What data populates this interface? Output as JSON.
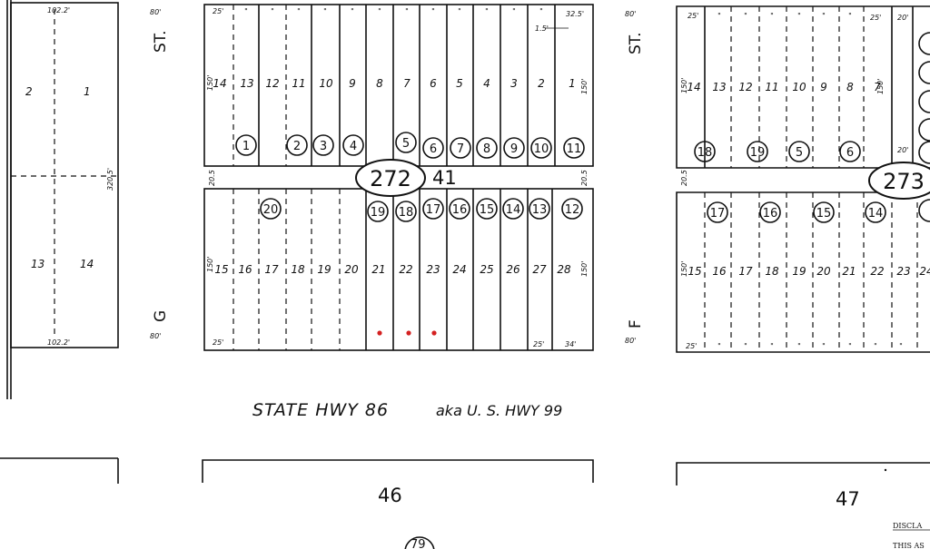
{
  "map": {
    "highway_label": "STATE  HWY  86",
    "highway_aka": "aka  U. S.  HWY  99",
    "streets": {
      "g_letter": "G",
      "g_st": "ST.",
      "g_width": "80'",
      "f_letter": "F",
      "f_st": "ST.",
      "f_width": "80'"
    },
    "blocks": {
      "left_block": {
        "lots": [
          "2",
          "1",
          "13",
          "14"
        ],
        "dims": [
          "102.2'",
          "102.2'",
          "320.5'"
        ]
      },
      "block_272": {
        "book": "272",
        "block_number": "41",
        "top_lots": [
          "14",
          "13",
          "12",
          "11",
          "10",
          "9",
          "8",
          "7",
          "6",
          "5",
          "4",
          "3",
          "2",
          "1"
        ],
        "top_parcels": [
          "1",
          "2",
          "3",
          "4",
          "5",
          "6",
          "7",
          "8",
          "9",
          "10",
          "11"
        ],
        "bottom_lots": [
          "15",
          "16",
          "17",
          "18",
          "19",
          "20",
          "21",
          "22",
          "23",
          "24",
          "25",
          "26",
          "27",
          "28"
        ],
        "bottom_parcels": [
          "20",
          "19",
          "18",
          "17",
          "16",
          "15",
          "14",
          "13",
          "12"
        ],
        "dims": {
          "top_left": "25'",
          "top_right": "32.5'",
          "offset": "1.5'",
          "depth": "150'",
          "alley": "20.5",
          "bottom_left": "25'",
          "bottom_mid": "25'",
          "bottom_right": "34'"
        }
      },
      "block_273": {
        "book": "273",
        "top_lots": [
          "14",
          "13",
          "12",
          "11",
          "10",
          "9",
          "8",
          "7"
        ],
        "top_parcels": [
          "18",
          "19",
          "5",
          "6"
        ],
        "bottom_lots": [
          "15",
          "16",
          "17",
          "18",
          "19",
          "20",
          "21",
          "22",
          "23",
          "24"
        ],
        "bottom_parcels": [
          "17",
          "16",
          "15",
          "14"
        ],
        "dims": {
          "top_left": "25'",
          "top_right": "25'",
          "twenty": "20'",
          "depth": "150'",
          "alley": "20.5",
          "bottom_left": "25'"
        }
      },
      "lower": {
        "left": "46",
        "right": "47",
        "bottom_parcel": "79",
        "disclaimer": "DISCLA",
        "disclaimer2": "THIS AS"
      }
    },
    "ditto": "\"",
    "colors": {
      "ink": "#111111",
      "red_mark": "#d42020"
    }
  }
}
